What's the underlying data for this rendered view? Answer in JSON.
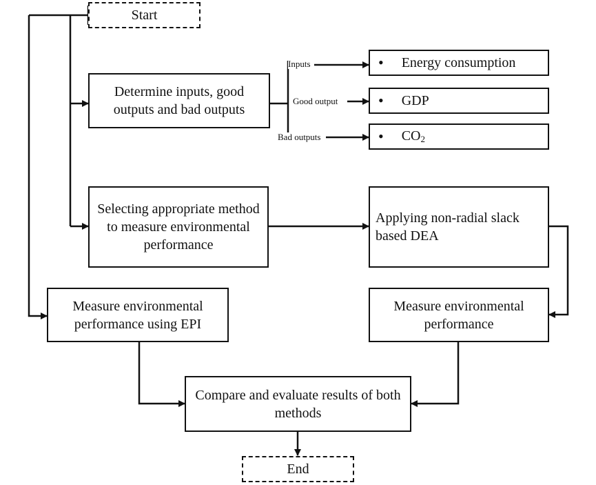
{
  "nodes": {
    "start": "Start",
    "determine": "Determine inputs, good outputs and bad outputs",
    "energy": "Energy consumption",
    "gdp": "GDP",
    "co2": "CO",
    "co2_sub": "2",
    "selecting": "Selecting appropriate method to measure environmental performance",
    "applying": "Applying non-radial slack based DEA",
    "measure_epi": "Measure environmental performance using EPI",
    "measure_env": "Measure environmental performance",
    "compare": "Compare and evaluate results of both methods",
    "end": "End"
  },
  "labels": {
    "inputs": "Inputs",
    "good_output": "Good output",
    "bad_outputs": "Bad outputs"
  },
  "bullet": "•"
}
